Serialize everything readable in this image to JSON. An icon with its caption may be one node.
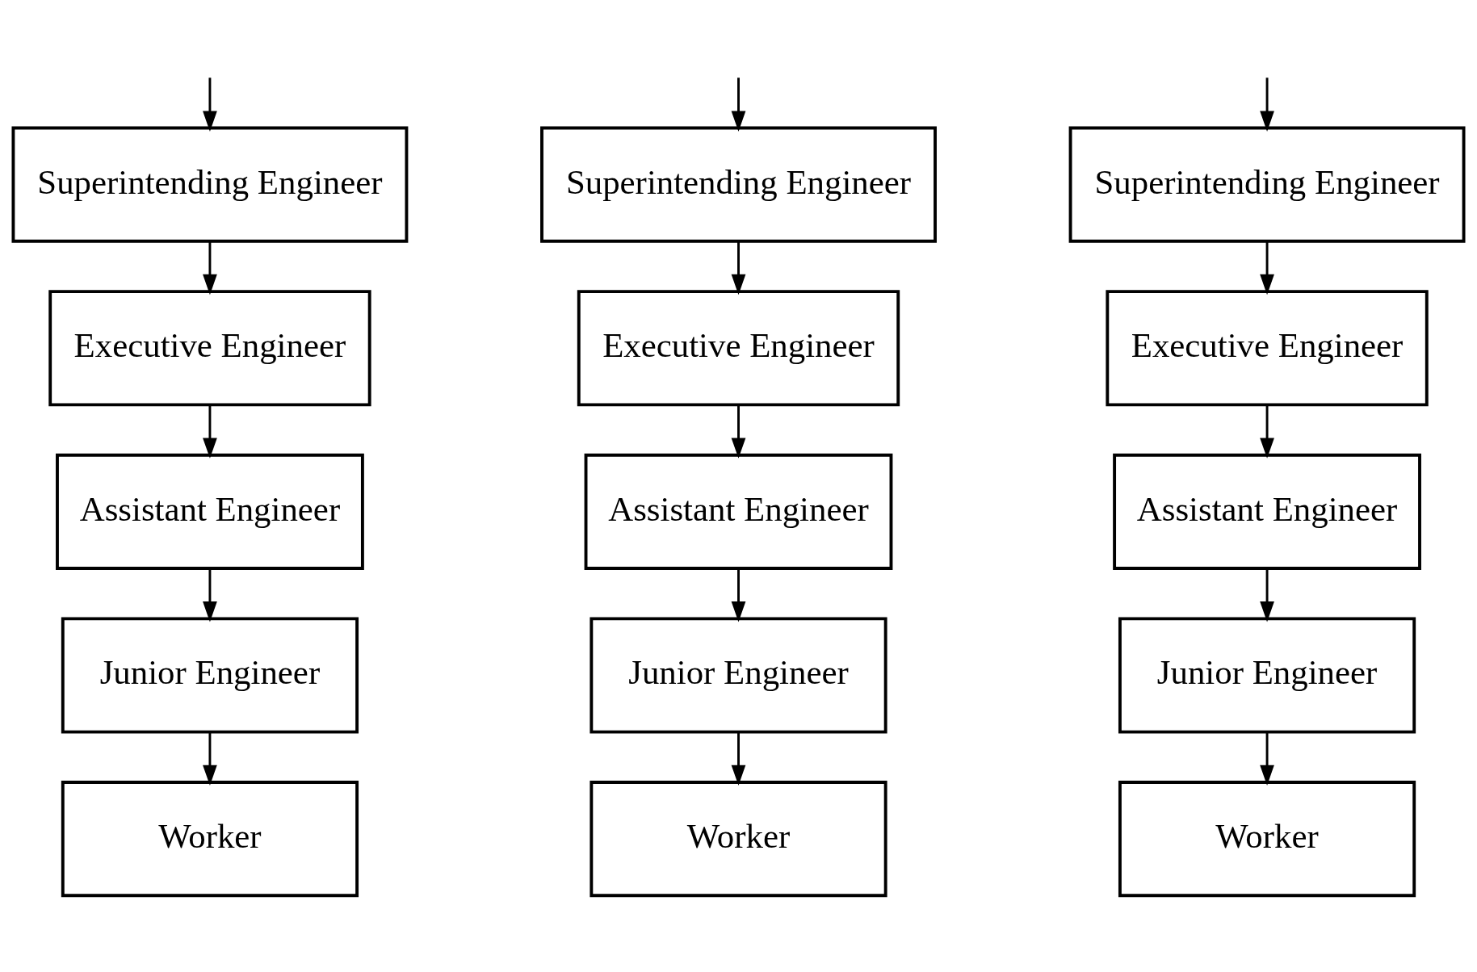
{
  "diagram": {
    "nodes": [
      {
        "text": [
          "Superintending Engineer"
        ]
      },
      {
        "text": [
          "Superintending Engineer"
        ]
      },
      {
        "text": [
          "Superintending Engineer"
        ]
      },
      {
        "text": [
          "Executive Engineer"
        ]
      },
      {
        "text": [
          "Executive Engineer"
        ]
      },
      {
        "text": [
          "Executive Engineer"
        ]
      },
      {
        "text": [
          "Assistant Engineer"
        ]
      },
      {
        "text": [
          "Assistant Engineer"
        ]
      },
      {
        "text": [
          "Assistant Engineer"
        ]
      },
      {
        "text": [
          "Junior Engineer"
        ]
      },
      {
        "text": [
          "Junior Engineer"
        ]
      },
      {
        "text": [
          "Junior Engineer"
        ]
      },
      {
        "text": [
          "Worker"
        ]
      },
      {
        "text": [
          "Worker"
        ]
      },
      {
        "text": [
          "Worker"
        ]
      }
    ],
    "edges": [
      {
        "from": null,
        "to": 0,
        "arrow": "to"
      },
      {
        "from": null,
        "to": 1,
        "arrow": "to"
      },
      {
        "from": null,
        "to": 2,
        "arrow": "to"
      },
      {
        "from": 0,
        "to": 3,
        "arrow": "to"
      },
      {
        "from": 1,
        "to": 4,
        "arrow": "to"
      },
      {
        "from": 2,
        "to": 5,
        "arrow": "to"
      },
      {
        "from": 3,
        "to": 6,
        "arrow": "to"
      },
      {
        "from": 4,
        "to": 7,
        "arrow": "to"
      },
      {
        "from": 5,
        "to": 8,
        "arrow": "to"
      },
      {
        "from": 6,
        "to": 9,
        "arrow": "to"
      },
      {
        "from": 7,
        "to": 10,
        "arrow": "to"
      },
      {
        "from": 8,
        "to": 11,
        "arrow": "to"
      },
      {
        "from": 9,
        "to": 12,
        "arrow": "to"
      },
      {
        "from": 10,
        "to": 13,
        "arrow": "to"
      },
      {
        "from": 11,
        "to": 14,
        "arrow": "to"
      }
    ]
  }
}
